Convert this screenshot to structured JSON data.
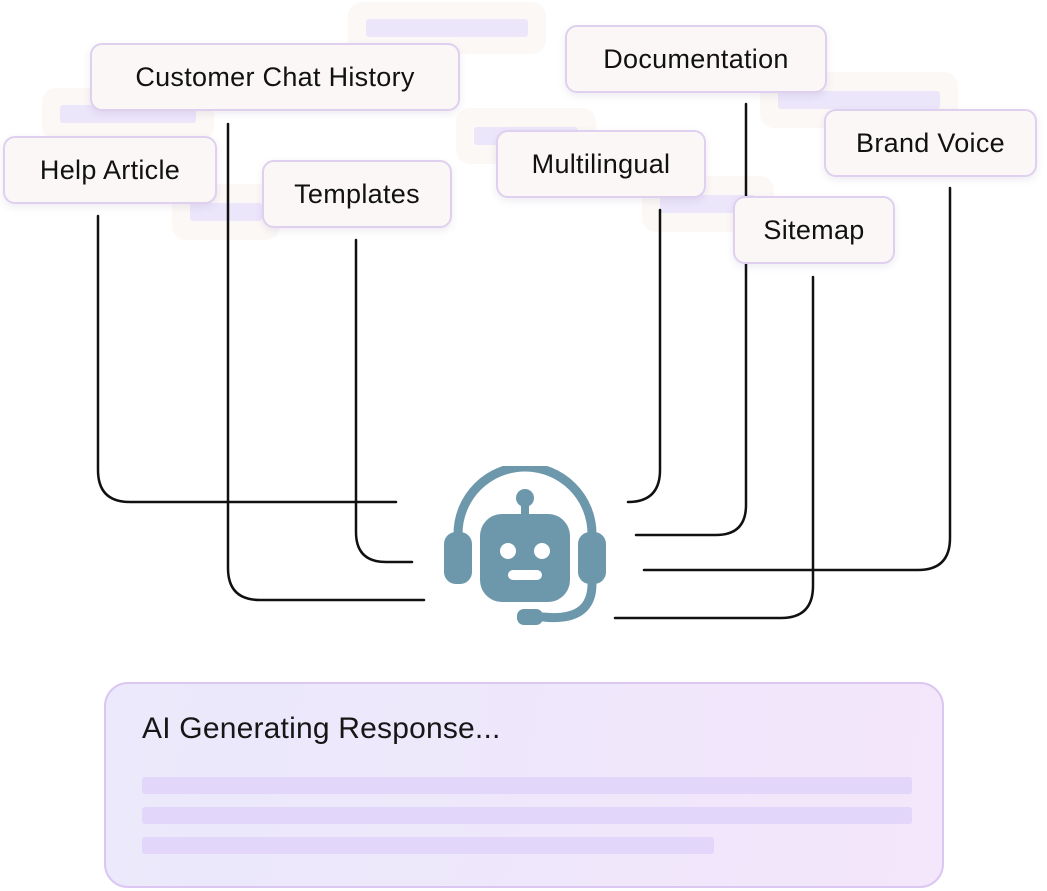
{
  "sources": [
    {
      "id": "help-article",
      "label": "Help Article"
    },
    {
      "id": "customer-chat-history",
      "label": "Customer Chat History"
    },
    {
      "id": "templates",
      "label": "Templates"
    },
    {
      "id": "multilingual",
      "label": "Multilingual"
    },
    {
      "id": "documentation",
      "label": "Documentation"
    },
    {
      "id": "sitemap",
      "label": "Sitemap"
    },
    {
      "id": "brand-voice",
      "label": "Brand Voice"
    }
  ],
  "hub": {
    "icon": "robot-headset-icon"
  },
  "output": {
    "title": "AI Generating Response..."
  },
  "colors": {
    "chip_border": "#dfd0ef",
    "chip_background": "#faf7f6",
    "connector": "#111111",
    "robot": "#6d97ab",
    "panel_border": "#dcc6f2",
    "skeleton": "#e2d6fa"
  }
}
